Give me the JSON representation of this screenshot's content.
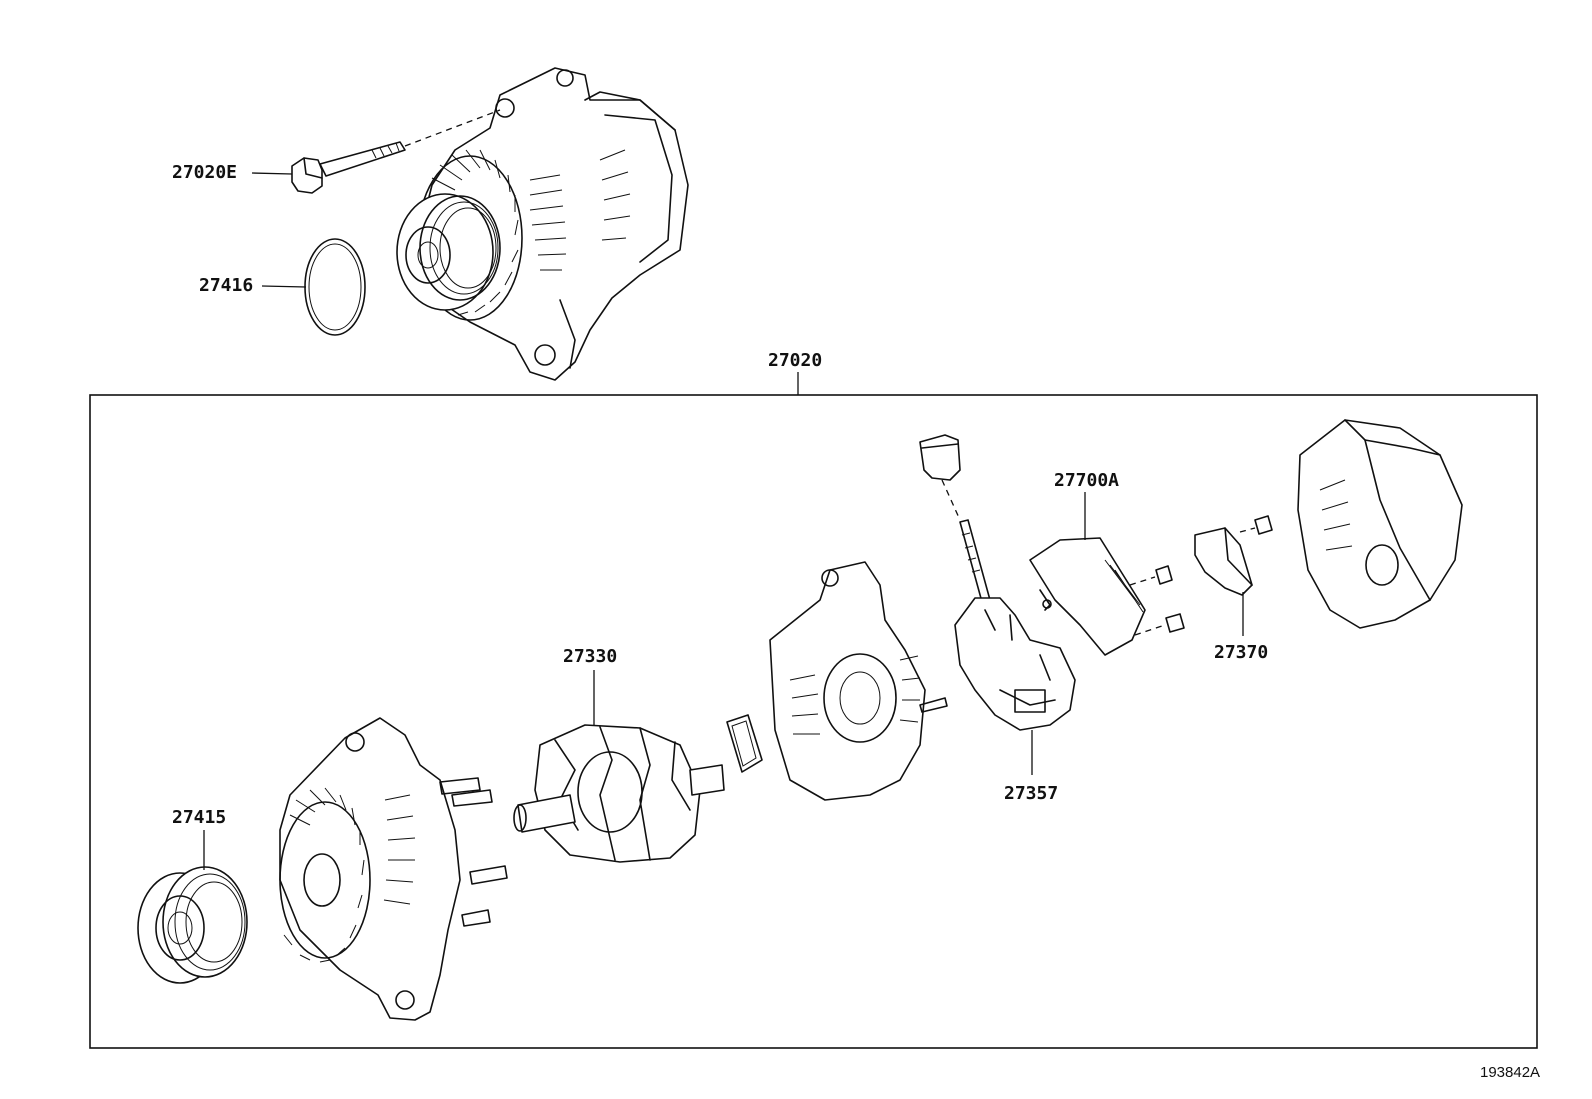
{
  "diagram": {
    "labels": {
      "bolt": "27020E",
      "gasket": "27416",
      "alternator_assy": "27020",
      "regulator": "27700A",
      "rotor": "27330",
      "cover": "27370",
      "brush_holder": "27357",
      "pulley": "27415"
    },
    "ref": "193842A"
  }
}
